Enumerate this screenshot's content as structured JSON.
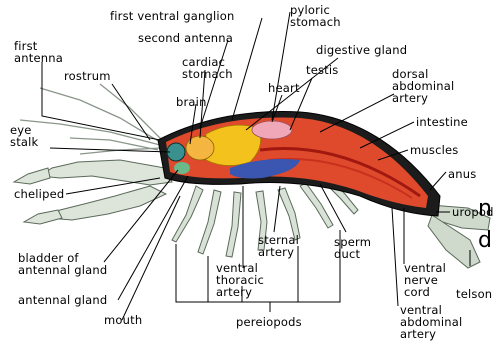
{
  "labels": {
    "first_ventral_ganglion": "first ventral ganglion",
    "pyloric_stomach": [
      "pyloric",
      "stomach"
    ],
    "first_antenna": [
      "first",
      "antenna"
    ],
    "second_antenna": "second antenna",
    "digestive_gland": "digestive gland",
    "rostrum": "rostrum",
    "cardiac_stomach": [
      "cardiac",
      "stomach"
    ],
    "testis": "testis",
    "dorsal_abdominal_artery": [
      "dorsal",
      "abdominal",
      "artery"
    ],
    "heart": "heart",
    "brain": "brain",
    "intestine": "intestine",
    "eye_stalk": [
      "eye",
      "stalk"
    ],
    "muscles": "muscles",
    "anus": "anus",
    "cheliped": "cheliped",
    "uropod": "uropod",
    "sternal_artery": [
      "sternal",
      "artery"
    ],
    "sperm_duct": [
      "sperm",
      "duct"
    ],
    "bladder_of_antennal_gland": [
      "bladder of",
      "antennal gland"
    ],
    "ventral_thoracic_artery": [
      "ventral",
      "thoracic",
      "artery"
    ],
    "ventral_nerve_cord": [
      "ventral",
      "nerve",
      "cord"
    ],
    "telson": "telson",
    "antennal_gland": "antennal gland",
    "ventral_abdominal_artery": [
      "ventral",
      "abdominal",
      "artery"
    ],
    "mouth": "mouth",
    "pereiopods": "pereiopods"
  },
  "stray_text": [
    "n",
    "d"
  ]
}
